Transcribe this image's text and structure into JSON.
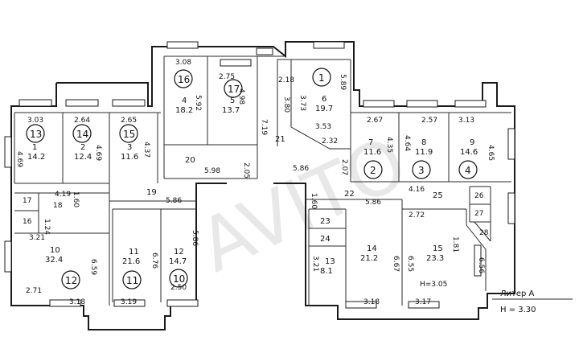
{
  "watermark": "AVITO",
  "legend": {
    "title": "Литер А",
    "height": "Н = 3.30"
  },
  "height_note": "Н=3.05",
  "rooms": [
    {
      "id": "13",
      "no": "1",
      "area": "14.2",
      "w": "3.03",
      "h": "4.69"
    },
    {
      "id": "14",
      "no": "2",
      "area": "12.4",
      "w": "2.64",
      "h": "4.69"
    },
    {
      "id": "15",
      "no": "3",
      "area": "11.6",
      "w": "2.65",
      "h": "4.37"
    },
    {
      "id": "16",
      "no": "4",
      "area": "18.2",
      "w": "3.08",
      "h": "5.92"
    },
    {
      "id": "17",
      "no": "5",
      "area": "13.7",
      "w": "2.75",
      "h": "4.98"
    },
    {
      "id": "1",
      "no": "6",
      "area": "19.7",
      "w": "3.73",
      "h": "5.89"
    },
    {
      "id": "2",
      "no": "7",
      "area": "11.6",
      "w": "2.67",
      "h": "4.35"
    },
    {
      "id": "3",
      "no": "8",
      "area": "11.9",
      "w": "2.57",
      "h": "4.64"
    },
    {
      "id": "4",
      "no": "9",
      "area": "14.6",
      "w": "3.13",
      "h": "4.65"
    },
    {
      "id": "12",
      "no": "10",
      "area": "32.4",
      "w": "3.21",
      "h": "6.59"
    },
    {
      "id": "11",
      "no": "11",
      "area": "21.6",
      "w": "3.19",
      "h": "6.76"
    },
    {
      "id": "10",
      "no": "12",
      "area": "14.7",
      "w": "2.50",
      "h": "5.86"
    },
    {
      "id": "",
      "no": "13",
      "area": "8.1",
      "w": "3.21",
      "h": ""
    },
    {
      "id": "",
      "no": "14",
      "area": "21.2",
      "w": "3.18",
      "h": "6.67"
    },
    {
      "id": "",
      "no": "15",
      "area": "23.3",
      "w": "3.17",
      "h": "6.56"
    }
  ],
  "labels": {
    "corr20": "20",
    "d598": "5.98",
    "d205": "2.05",
    "corr21": "21",
    "d380": "3.80",
    "d719": "7.19",
    "d218": "2.18",
    "d353": "3.53",
    "d232": "2.32",
    "d586a": "5.86",
    "d207": "2.07",
    "r16": "16",
    "r17": "17",
    "r18": "18",
    "d419": "4.19",
    "d160a": "1.60",
    "d124": "1.24",
    "r19": "19",
    "d586b": "5.86",
    "d586c": "5.86",
    "r22": "22",
    "d160b": "1.60",
    "d586d": "5.86",
    "r23": "23",
    "r24": "24",
    "r25": "25",
    "d416": "4.16",
    "r26": "26",
    "r27": "27",
    "r28": "28",
    "d271": "2.71",
    "d318a": "3.18",
    "d318b": "3.18",
    "d181": "1.81",
    "d272": "2.72",
    "d655": "6.55"
  }
}
